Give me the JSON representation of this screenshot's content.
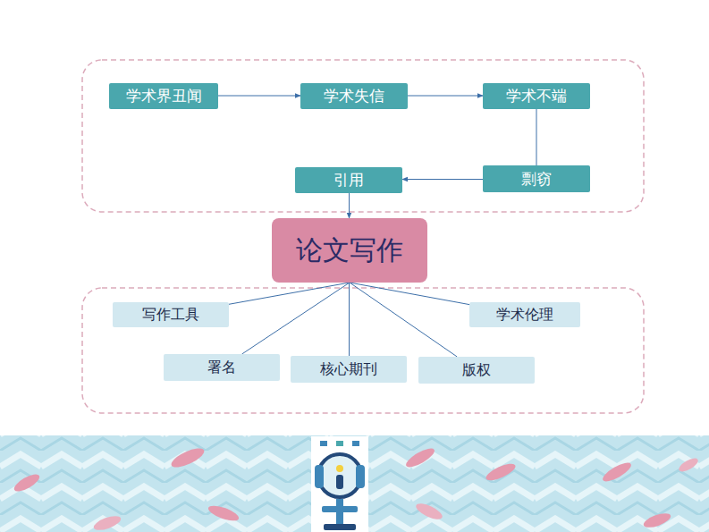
{
  "diagram": {
    "nodes": [
      {
        "text": [
          "学术界丑闻"
        ]
      },
      {
        "text": [
          "学术失信"
        ]
      },
      {
        "text": [
          "学术不端"
        ]
      },
      {
        "text": [
          "剽窃"
        ]
      },
      {
        "text": [
          "引用"
        ]
      },
      {
        "text": [
          "论文写作"
        ]
      },
      {
        "text": [
          "写作工具"
        ]
      },
      {
        "text": [
          "学术伦理"
        ]
      },
      {
        "text": [
          "署名"
        ]
      },
      {
        "text": [
          "核心期刊"
        ]
      },
      {
        "text": [
          "版权"
        ]
      }
    ],
    "edges": [
      {
        "from": 0,
        "to": 1,
        "arrow": "to"
      },
      {
        "from": 1,
        "to": 2,
        "arrow": "to"
      },
      {
        "from": 2,
        "to": 3,
        "arrow": "none"
      },
      {
        "from": 3,
        "to": 4,
        "arrow": "to"
      },
      {
        "from": 4,
        "to": 5,
        "arrow": "to"
      },
      {
        "from": 5,
        "to": 6,
        "arrow": "none"
      },
      {
        "from": 5,
        "to": 7,
        "arrow": "none"
      },
      {
        "from": 5,
        "to": 8,
        "arrow": "none"
      },
      {
        "from": 5,
        "to": 9,
        "arrow": "none"
      },
      {
        "from": 5,
        "to": 10,
        "arrow": "none"
      }
    ]
  }
}
